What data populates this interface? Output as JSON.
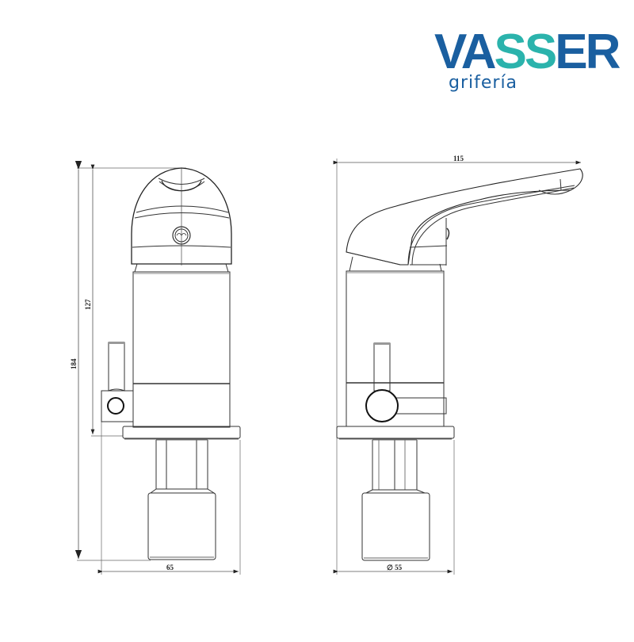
{
  "brand": {
    "name_part1": "VA",
    "name_part2": "SS",
    "name_part3": "ER",
    "subtitle": "grifería",
    "primary_color": "#1a5fa0",
    "accent_color": "#2bb3ac"
  },
  "front_view": {
    "dim_total_height": "184",
    "dim_body_height": "127",
    "dim_width": "65"
  },
  "side_view": {
    "dim_length": "115",
    "dim_diameter": "∅ 55"
  }
}
